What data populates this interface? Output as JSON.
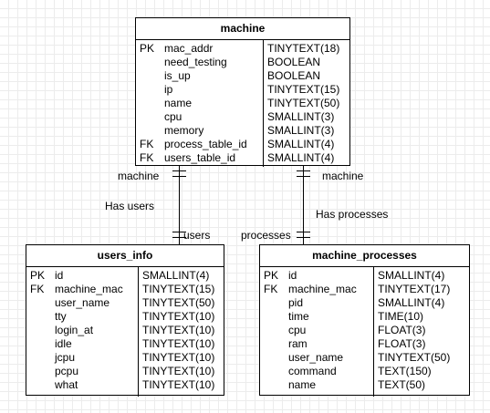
{
  "entities": {
    "machine": {
      "title": "machine",
      "rows": [
        {
          "key": "PK",
          "name": "mac_addr",
          "type": "TINYTEXT(18)"
        },
        {
          "key": "",
          "name": "need_testing",
          "type": "BOOLEAN"
        },
        {
          "key": "",
          "name": "is_up",
          "type": "BOOLEAN"
        },
        {
          "key": "",
          "name": "ip",
          "type": "TINYTEXT(15)"
        },
        {
          "key": "",
          "name": "name",
          "type": "TINYTEXT(50)"
        },
        {
          "key": "",
          "name": "cpu",
          "type": "SMALLINT(3)"
        },
        {
          "key": "",
          "name": "memory",
          "type": "SMALLINT(3)"
        },
        {
          "key": "FK",
          "name": "process_table_id",
          "type": "SMALLINT(4)"
        },
        {
          "key": "FK",
          "name": "users_table_id",
          "type": "SMALLINT(4)"
        }
      ]
    },
    "users_info": {
      "title": "users_info",
      "rows": [
        {
          "key": "PK",
          "name": "id",
          "type": "SMALLINT(4)"
        },
        {
          "key": "FK",
          "name": "machine_mac",
          "type": "TINYTEXT(15)"
        },
        {
          "key": "",
          "name": "user_name",
          "type": "TINYTEXT(50)"
        },
        {
          "key": "",
          "name": "tty",
          "type": "TINYTEXT(10)"
        },
        {
          "key": "",
          "name": "login_at",
          "type": "TINYTEXT(10)"
        },
        {
          "key": "",
          "name": "idle",
          "type": "TINYTEXT(10)"
        },
        {
          "key": "",
          "name": "jcpu",
          "type": "TINYTEXT(10)"
        },
        {
          "key": "",
          "name": "pcpu",
          "type": "TINYTEXT(10)"
        },
        {
          "key": "",
          "name": "what",
          "type": "TINYTEXT(10)"
        }
      ]
    },
    "machine_processes": {
      "title": "machine_processes",
      "rows": [
        {
          "key": "PK",
          "name": "id",
          "type": "SMALLINT(4)"
        },
        {
          "key": "FK",
          "name": "machine_mac",
          "type": "TINYTEXT(17)"
        },
        {
          "key": "",
          "name": "pid",
          "type": "SMALLINT(4)"
        },
        {
          "key": "",
          "name": "time",
          "type": "TIME(10)"
        },
        {
          "key": "",
          "name": "cpu",
          "type": "FLOAT(3)"
        },
        {
          "key": "",
          "name": "ram",
          "type": "FLOAT(3)"
        },
        {
          "key": "",
          "name": "user_name",
          "type": "TINYTEXT(50)"
        },
        {
          "key": "",
          "name": "command",
          "type": "TEXT(150)"
        },
        {
          "key": "",
          "name": "name",
          "type": "TEXT(50)"
        }
      ]
    }
  },
  "relationships": {
    "users": {
      "relation_label": "Has users",
      "source_label": "machine",
      "target_label": "users"
    },
    "processes": {
      "relation_label": "Has processes",
      "source_label": "machine",
      "target_label": "processes"
    }
  }
}
